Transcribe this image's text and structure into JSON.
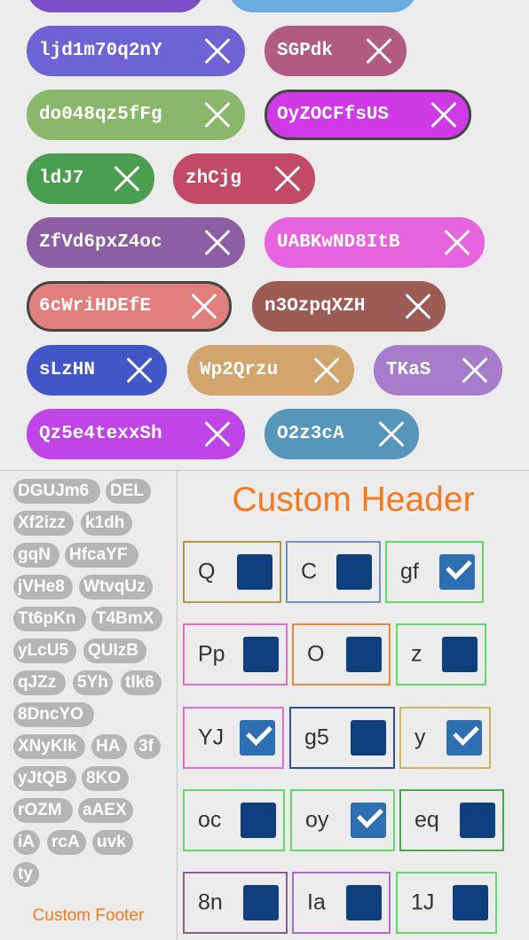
{
  "pills": [
    {
      "text": "",
      "color": "#7a4fc7",
      "partial": true
    },
    {
      "text": "",
      "color": "#6aace0",
      "partial": true
    },
    {
      "text": "ljd1m70q2nY",
      "color": "#6e63d4"
    },
    {
      "text": "SGPdk",
      "color": "#b15b83"
    },
    {
      "text": "do048qz5fFg",
      "color": "#8ab86a"
    },
    {
      "text": "OyZOCFfsUS",
      "color": "#cf3ae6",
      "selected": true
    },
    {
      "text": "ldJ7",
      "color": "#4b9e4f"
    },
    {
      "text": "zhCjg",
      "color": "#c34a66"
    },
    {
      "text": "ZfVd6pxZ4oc",
      "color": "#8c5ea3"
    },
    {
      "text": "UABKwND8ItB",
      "color": "#e664de"
    },
    {
      "text": "6cWriHDEfE",
      "color": "#e07f7c",
      "selected": true
    },
    {
      "text": "n3OzpqXZH",
      "color": "#9c5c55"
    },
    {
      "text": "sLzHN",
      "color": "#4257c7"
    },
    {
      "text": "Wp2Qrzu",
      "color": "#d2a46e"
    },
    {
      "text": "TKaS",
      "color": "#a77ccb"
    },
    {
      "text": "Qz5e4texxSh",
      "color": "#bf45e9"
    },
    {
      "text": "O2z3cA",
      "color": "#5895bb"
    }
  ],
  "tags": [
    "DGUJm6",
    "DEL",
    "Xf2izz",
    "k1dh",
    "gqN",
    "HfcaYF",
    "jVHe8",
    "WtvqUz",
    "Tt6pKn",
    "T4BmX",
    "yLcU5",
    "QUIzB",
    "qJZz",
    "5Yh",
    "tIk6",
    "8DncYO",
    "XNyKIk",
    "HA",
    "3f",
    "yJtQB",
    "8KO",
    "rOZM",
    "aAEX",
    "iA",
    "rcA",
    "uvk",
    "ty"
  ],
  "header": {
    "title": "Custom Header",
    "color": "#f47a20"
  },
  "footer": {
    "title": "Custom Footer",
    "color": "#f47a20"
  },
  "grid": [
    {
      "label": "Q",
      "checked": false,
      "border": "#b09a45"
    },
    {
      "label": "C",
      "checked": false,
      "border": "#7795c2"
    },
    {
      "label": "gf",
      "checked": true,
      "border": "#62d96a"
    },
    {
      "label": "Pp",
      "checked": false,
      "border": "#e76ed0"
    },
    {
      "label": "O",
      "checked": false,
      "border": "#e78b3b"
    },
    {
      "label": "z",
      "checked": false,
      "border": "#62d96a"
    },
    {
      "label": "YJ",
      "checked": true,
      "border": "#e76ed0"
    },
    {
      "label": "g5",
      "checked": false,
      "border": "#2d4f9c"
    },
    {
      "label": "y",
      "checked": true,
      "border": "#c9b762"
    },
    {
      "label": "oc",
      "checked": false,
      "border": "#62d96a"
    },
    {
      "label": "oy",
      "checked": true,
      "border": "#62d96a"
    },
    {
      "label": "eq",
      "checked": false,
      "border": "#4aa64e"
    },
    {
      "label": "8n",
      "checked": false,
      "border": "#8c5e85"
    },
    {
      "label": "Ia",
      "checked": false,
      "border": "#b06ae0"
    },
    {
      "label": "1J",
      "checked": false,
      "border": "#62d96a"
    }
  ]
}
